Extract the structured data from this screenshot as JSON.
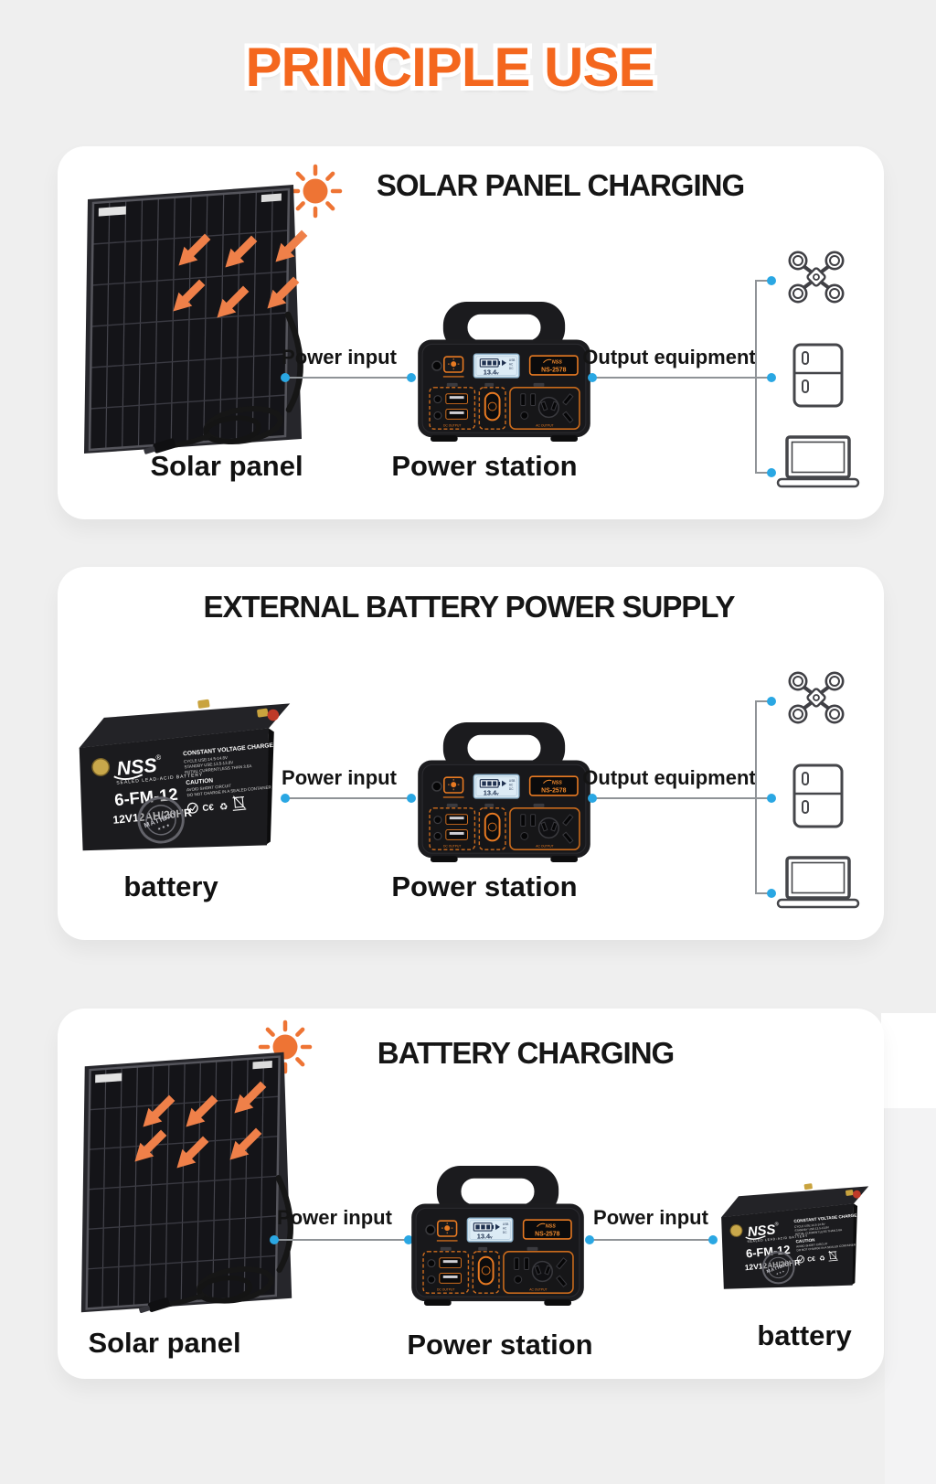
{
  "page": {
    "title": "PRINCIPLE USE"
  },
  "colors": {
    "page_bg": "#efefef",
    "card_bg": "#ffffff",
    "title_orange": "#f4671e",
    "sun_orange": "#ee7434",
    "arrow_orange": "#ef8049",
    "connector_gray": "#8f9397",
    "connector_blue": "#2aa7e3",
    "station_orange": "#e87a22"
  },
  "sections": [
    {
      "title": "SOLAR PANEL CHARGING",
      "connector_in": "Power input",
      "connector_out": "Output equipment",
      "labels": {
        "source": "Solar panel",
        "station": "Power station"
      },
      "output_devices": [
        "drone",
        "refrigerator",
        "laptop"
      ]
    },
    {
      "title": "EXTERNAL BATTERY POWER SUPPLY",
      "connector_in": "Power input",
      "connector_out": "Output equipment",
      "labels": {
        "source": "battery",
        "station": "Power station"
      },
      "output_devices": [
        "drone",
        "refrigerator",
        "laptop"
      ]
    },
    {
      "title": "BATTERY CHARGING",
      "connector_in": "Power input",
      "connector_out": "Power input",
      "labels": {
        "source": "Solar panel",
        "station": "Power station",
        "target": "battery"
      }
    }
  ],
  "battery": {
    "brand": "NSS",
    "reg": "®",
    "tagline": "SEALED LEAD-ACID BATTERY",
    "model": "6-FM-12",
    "rating": "12V12AH/20HR",
    "spec_title": "CONSTANT VOLTAGE CHARGE",
    "spec_lines": [
      "CYCLE USE:14.5-14.8V",
      "STANDBY USE:13.5-13.8V",
      "INITIAL CURRENT:LESS THAN 3.6A"
    ],
    "caution_title": "CAUTION",
    "caution_lines": [
      "AVOID SHORT CIRCUIT",
      "DO NOT CHARGE IN A SEALED CONTAINER"
    ],
    "ce_mark": "C€",
    "recycle_glyph": "♻",
    "stamp": "MATIBAY",
    "stamp_stars": "★ ★ ★"
  },
  "station": {
    "logo": "NSS",
    "model": "NS-2578",
    "display_value": "13.4",
    "display_unit": "v",
    "display_modes": [
      "USB",
      "AC",
      "DC"
    ],
    "dc_output_label": "DC OUTPUT",
    "ac_output_label": "AC OUTPUT"
  },
  "icons": {
    "sun": "sun",
    "sunlight_arrows": "diagonal-sunlight-arrow",
    "output_devices": [
      "drone",
      "refrigerator",
      "laptop"
    ]
  }
}
